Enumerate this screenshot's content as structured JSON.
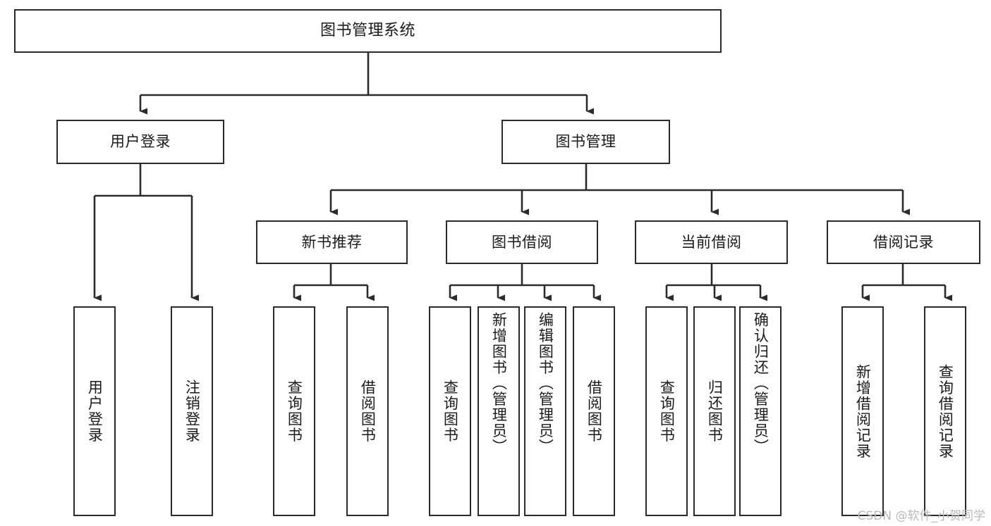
{
  "diagram": {
    "title": "图书管理系统",
    "type": "functional-structure-tree",
    "watermark": "CSDN @软件_小贺同学",
    "stroke_color": "#2b2b2b",
    "fill_color": "#ffffff",
    "text_color": "#1a1a1a"
  },
  "nodes": {
    "root": {
      "label": "图书管理系统"
    },
    "level1": [
      {
        "id": "user-login",
        "label": "用户登录"
      },
      {
        "id": "book-management",
        "label": "图书管理"
      }
    ],
    "level2": [
      {
        "id": "new-book-recommend",
        "label": "新书推荐"
      },
      {
        "id": "book-borrow",
        "label": "图书借阅"
      },
      {
        "id": "current-borrow",
        "label": "当前借阅"
      },
      {
        "id": "borrow-record",
        "label": "借阅记录"
      }
    ],
    "leaves": {
      "user_login": [
        {
          "id": "leaf-user-login",
          "label": "用户登录"
        },
        {
          "id": "leaf-logout",
          "label": "注销登录"
        }
      ],
      "new_book_recommend": [
        {
          "id": "leaf-query-book-1",
          "label": "查询图书"
        },
        {
          "id": "leaf-borrow-book-1",
          "label": "借阅图书"
        }
      ],
      "book_borrow": [
        {
          "id": "leaf-query-book-2",
          "label": "查询图书"
        },
        {
          "id": "leaf-add-book",
          "label": "新增图书（管理员）"
        },
        {
          "id": "leaf-edit-book",
          "label": "编辑图书（管理员）"
        },
        {
          "id": "leaf-borrow-book-2",
          "label": "借阅图书"
        }
      ],
      "current_borrow": [
        {
          "id": "leaf-query-book-3",
          "label": "查询图书"
        },
        {
          "id": "leaf-return-book",
          "label": "归还图书"
        },
        {
          "id": "leaf-confirm-return",
          "label": "确认归还（管理员）"
        }
      ],
      "borrow_record": [
        {
          "id": "leaf-add-record",
          "label": "新增借阅记录"
        },
        {
          "id": "leaf-query-record",
          "label": "查询借阅记录"
        }
      ]
    }
  }
}
